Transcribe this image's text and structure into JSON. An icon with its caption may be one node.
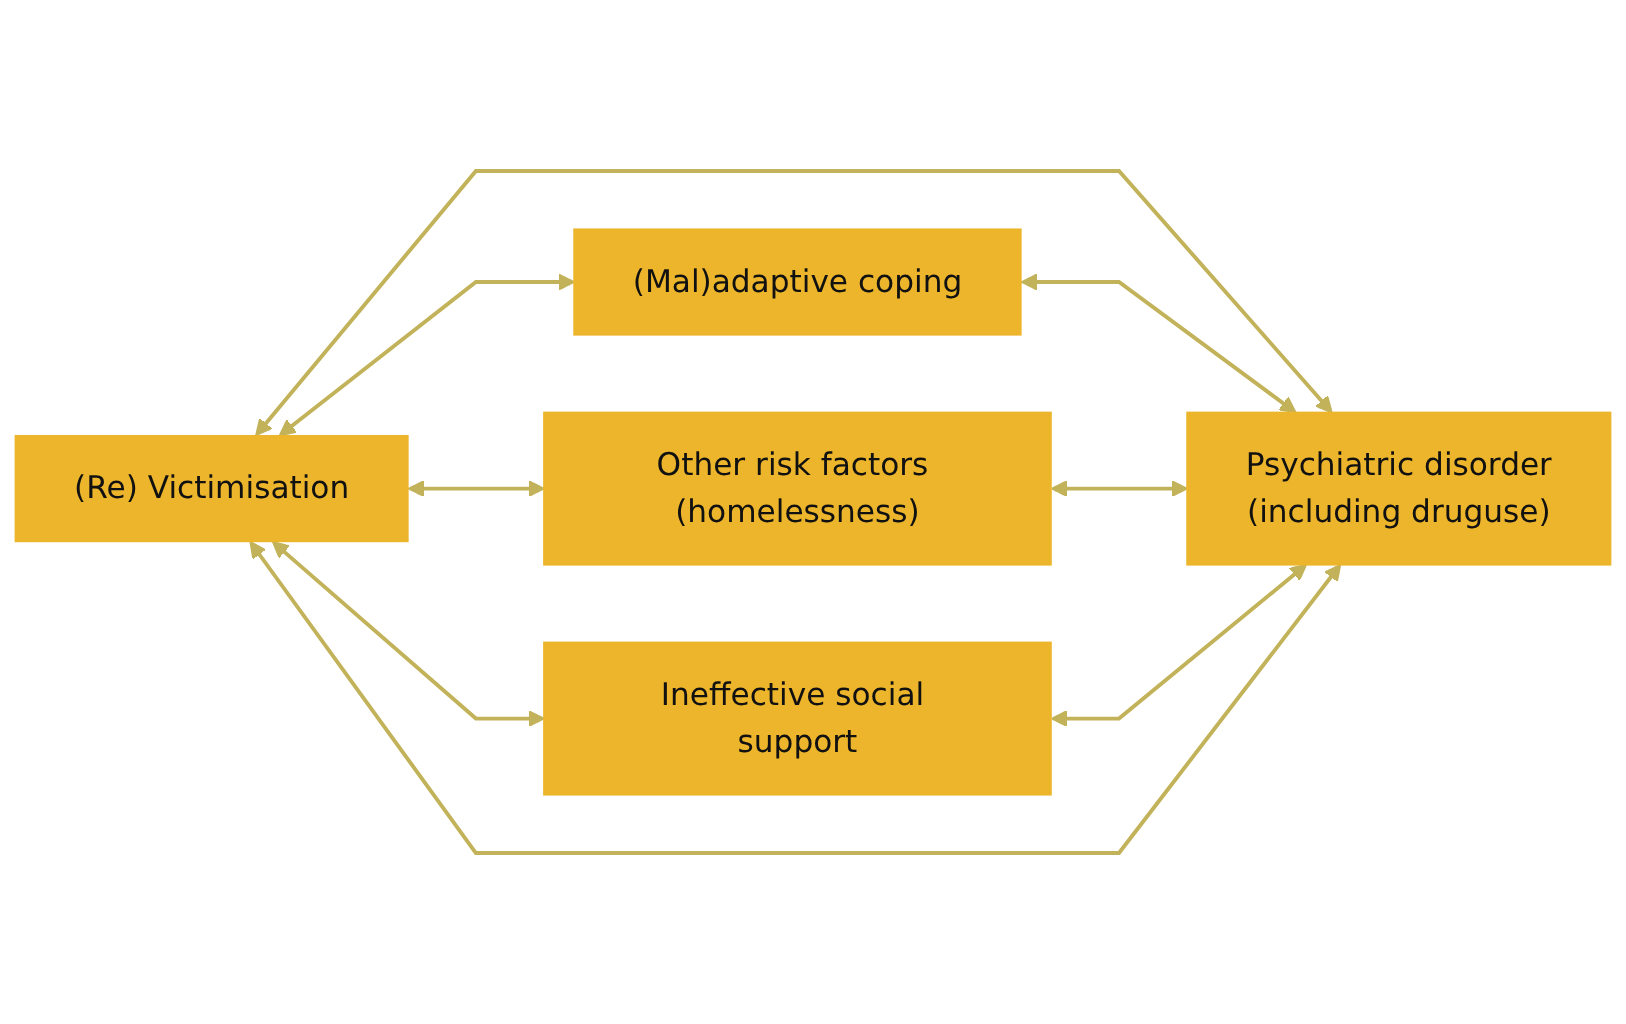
{
  "diagram": {
    "nodes": [
      {
        "text": [
          "(Re) Victimisation"
        ]
      },
      {
        "text": [
          "(Mal)adaptive coping"
        ]
      },
      {
        "text": [
          "Other risk factors (homelessness)"
        ]
      },
      {
        "text": [
          "Ineffective social support"
        ]
      },
      {
        "text": [
          "Psychiatric disorder",
          "(including druguse)"
        ]
      }
    ],
    "edges": [
      {
        "from": 0,
        "to": 4,
        "arrow": "both"
      },
      {
        "from": 0,
        "to": 1,
        "arrow": "both"
      },
      {
        "from": 0,
        "to": 2,
        "arrow": "both"
      },
      {
        "from": 0,
        "to": 3,
        "arrow": "both"
      },
      {
        "from": 1,
        "to": 4,
        "arrow": "both"
      },
      {
        "from": 2,
        "to": 4,
        "arrow": "both"
      },
      {
        "from": 3,
        "to": 4,
        "arrow": "both"
      },
      {
        "from": 0,
        "to": 4,
        "arrow": "both"
      }
    ]
  }
}
